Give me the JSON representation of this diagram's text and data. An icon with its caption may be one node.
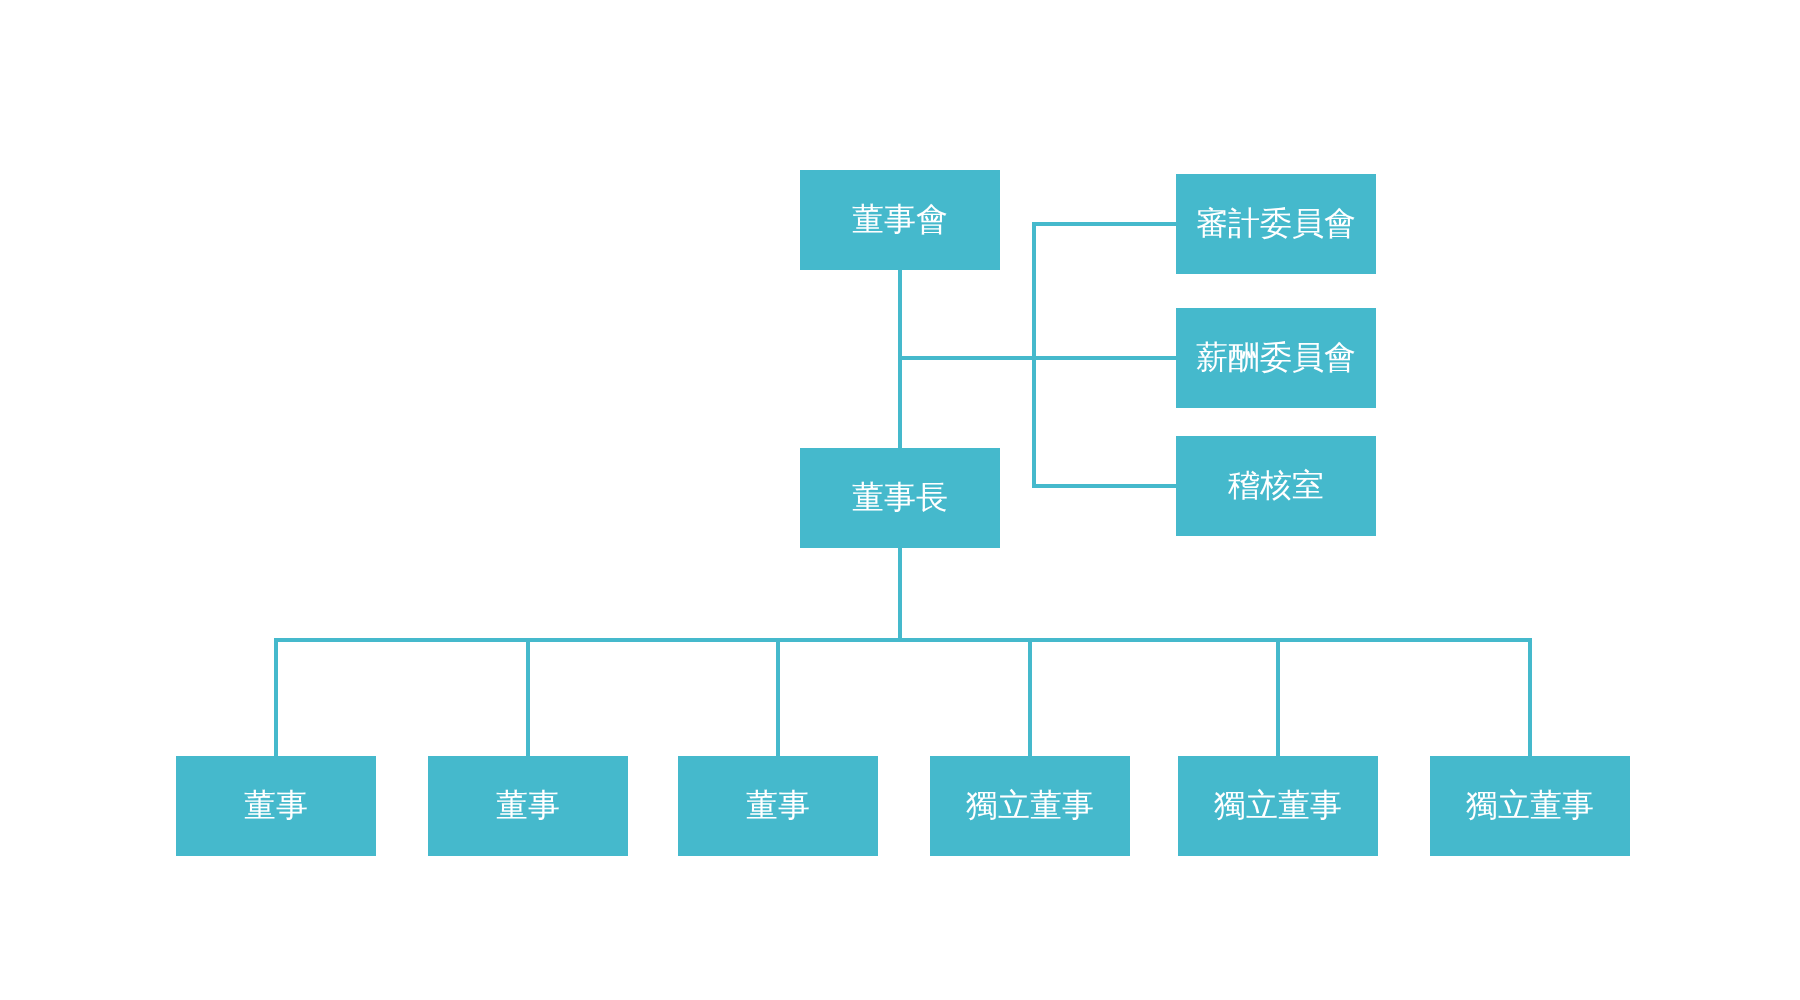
{
  "diagram": {
    "nodes": [
      {
        "text": [
          "董事會"
        ]
      },
      {
        "text": [
          "審計委員會"
        ]
      },
      {
        "text": [
          "薪酬委員會"
        ]
      },
      {
        "text": [
          "稽核室"
        ]
      },
      {
        "text": [
          "董事長"
        ]
      },
      {
        "text": [
          "董事"
        ]
      },
      {
        "text": [
          "董事"
        ]
      },
      {
        "text": [
          "董事"
        ]
      },
      {
        "text": [
          "獨立董事"
        ]
      },
      {
        "text": [
          "獨立董事"
        ]
      },
      {
        "text": [
          "獨立董事"
        ]
      }
    ],
    "edges": [
      {
        "from": 0,
        "to": 4,
        "arrow": "none"
      },
      {
        "from": 0,
        "to": 1,
        "arrow": "none"
      },
      {
        "from": 0,
        "to": 2,
        "arrow": "none"
      },
      {
        "from": 0,
        "to": 3,
        "arrow": "none"
      },
      {
        "from": 4,
        "to": 5,
        "arrow": "none"
      },
      {
        "from": 4,
        "to": 6,
        "arrow": "none"
      },
      {
        "from": 4,
        "to": 7,
        "arrow": "none"
      },
      {
        "from": 4,
        "to": 8,
        "arrow": "none"
      },
      {
        "from": 4,
        "to": 9,
        "arrow": "none"
      },
      {
        "from": 4,
        "to": 10,
        "arrow": "none"
      }
    ]
  }
}
